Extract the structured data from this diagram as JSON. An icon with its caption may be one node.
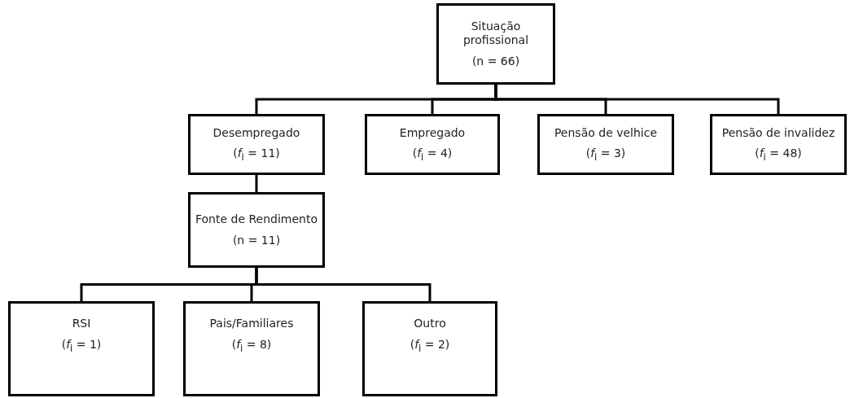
{
  "diagram": {
    "nodes": [
      {
        "text": [
          "Situação profissional",
          "(n = 66)"
        ]
      },
      {
        "text": [
          "Desempregado",
          "(*f*$_{i}$ = 11)"
        ]
      },
      {
        "text": [
          "Empregado",
          "(*f*$_{i}$ = 4)"
        ]
      },
      {
        "text": [
          "Pensão de velhice",
          "(*f*$_{i}$ = 3)"
        ]
      },
      {
        "text": [
          "Pensão de invalidez",
          "(*f*$_{i}$ = 48)"
        ]
      },
      {
        "text": [
          "Fonte de Rendimento",
          "(n = 11)"
        ]
      },
      {
        "text": [
          "RSI",
          "(*f*$_{i}$ = 1)"
        ]
      },
      {
        "text": [
          "Pais/Familiares",
          "(*f*$_{i}$ = 8)"
        ]
      },
      {
        "text": [
          "Outro",
          "(*f*$_{i}$ = 2)"
        ]
      }
    ],
    "edges": [
      {
        "from": 0,
        "to": 1,
        "arrow": "none"
      },
      {
        "from": 0,
        "to": 2,
        "arrow": "none"
      },
      {
        "from": 0,
        "to": 3,
        "arrow": "none"
      },
      {
        "from": 0,
        "to": 4,
        "arrow": "none"
      },
      {
        "from": 1,
        "to": 5,
        "arrow": "none"
      },
      {
        "from": 5,
        "to": 6,
        "arrow": "none"
      },
      {
        "from": 5,
        "to": 7,
        "arrow": "none"
      },
      {
        "from": 5,
        "to": 8,
        "arrow": "none"
      }
    ]
  }
}
